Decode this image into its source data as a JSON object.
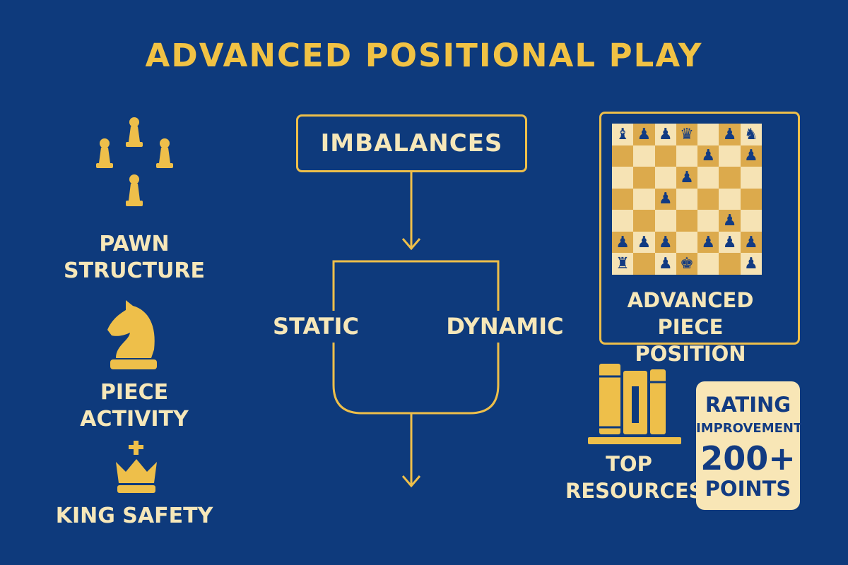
{
  "title": "ADVANCED POSITIONAL PLAY",
  "left": {
    "pawn_structure": [
      "PAWN",
      "STRUCTURE"
    ],
    "piece_activity": [
      "PIECE",
      "ACTIVITY"
    ],
    "king_safety": "KING SAFETY"
  },
  "center": {
    "root": "IMBALANCES",
    "left_branch": "STATIC",
    "right_branch": "DYNAMIC"
  },
  "board_panel": {
    "label": [
      "ADVANCED",
      "PIECE POSITION"
    ],
    "board": [
      [
        "♝",
        "♟",
        "♟",
        "♛",
        "",
        "♟",
        "♞"
      ],
      [
        "",
        "",
        "",
        "",
        "♟",
        "",
        "♟"
      ],
      [
        "",
        "",
        "",
        "♟",
        "",
        "",
        ""
      ],
      [
        "",
        "",
        "♟",
        "",
        "",
        "",
        ""
      ],
      [
        "",
        "",
        "",
        "",
        "",
        "♟",
        ""
      ],
      [
        "♟",
        "♟",
        "♟",
        "",
        "♟",
        "♟",
        "♟"
      ],
      [
        "♜",
        "",
        "♟",
        "♚",
        "",
        "",
        "♟"
      ]
    ]
  },
  "resources": {
    "label": [
      "TOP",
      "RESOURCES"
    ]
  },
  "rating": {
    "line1": "RATING",
    "line2": "IMPROVEMENT",
    "value": "200+",
    "unit": "POINTS"
  },
  "colors": {
    "background": "#0e3a7c",
    "gold": "#eebf4a",
    "cream": "#f6e7b9",
    "navy": "#123b82"
  }
}
